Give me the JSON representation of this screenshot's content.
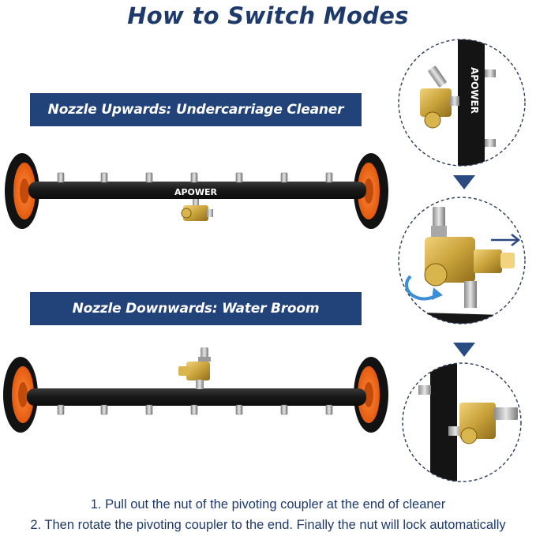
{
  "title": "How to Switch Modes",
  "mode_up": {
    "label": "Nozzle Upwards: Undercarriage Cleaner",
    "brand": "APOWER"
  },
  "mode_down": {
    "label": "Nozzle Downwards: Water Broom"
  },
  "detail_brand": "APOWER",
  "instructions": [
    "1. Pull out the nut of the pivoting coupler at the end of cleaner",
    "2. Then rotate the pivoting coupler to the end. Finally the nut will lock automatically"
  ],
  "colors": {
    "title": "#1e3a6b",
    "banner": "#22427a",
    "wheel_hub": "#f06a1a",
    "pipe": "#1b1b1b",
    "brass": "#c9a23a",
    "arrow": "#2a4a82",
    "rotate_arrow": "#3b8fd6"
  },
  "icons": [
    "chevron-down-icon",
    "right-arrow-icon",
    "rotate-arrow-icon"
  ]
}
